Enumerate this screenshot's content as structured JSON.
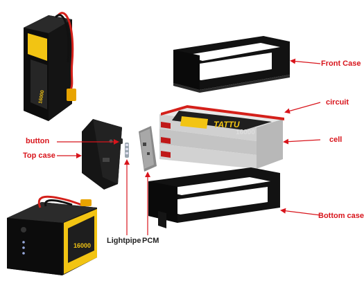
{
  "labels": {
    "front_case": "Front Case",
    "circuit": "circuit",
    "cell": "cell",
    "button": "button",
    "top_case": "Top case",
    "bottom_case": "Bottom case",
    "lightpipe": "Lightpipe",
    "pcm": "PCM"
  },
  "product": {
    "brand": "TATTU",
    "series": "PLUS",
    "capacity_label": "16000",
    "capacity_label_small": "16000"
  },
  "colors": {
    "arrow": "#d8141b",
    "case": "#111111",
    "brand_yellow": "#f2c413",
    "cell_silver": "#d8d8d8",
    "wire_red": "#d4201a",
    "connector": "#e8a400"
  }
}
